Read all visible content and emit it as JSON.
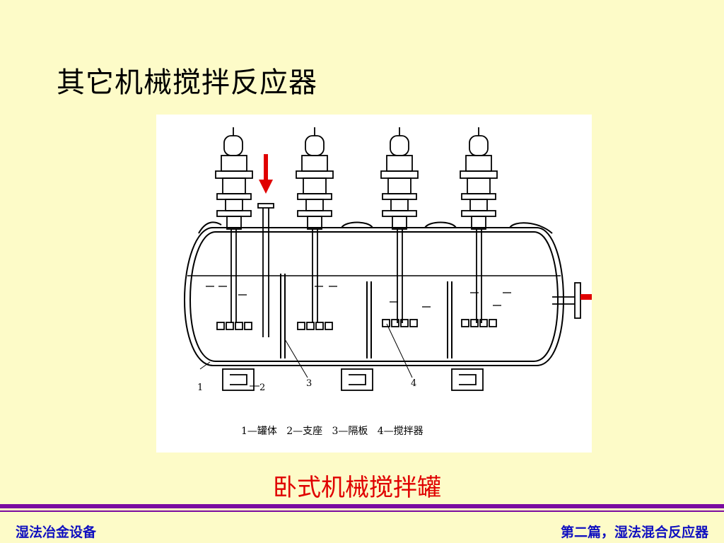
{
  "slide": {
    "title": "其它机械搅拌反应器",
    "caption": "卧式机械搅拌罐"
  },
  "figure": {
    "callouts": [
      "1",
      "2",
      "3",
      "4"
    ],
    "legend": "1—罐体   2—支座   3—隔板   4—搅拌器"
  },
  "footer": {
    "left": "湿法冶金设备",
    "right": "第二篇，湿法混合反应器"
  },
  "colors": {
    "background": "#fdfbc8",
    "caption": "#e00000",
    "footer_text": "#1010c0",
    "rule": "#7a0aa0",
    "arrow": "#e00000"
  }
}
